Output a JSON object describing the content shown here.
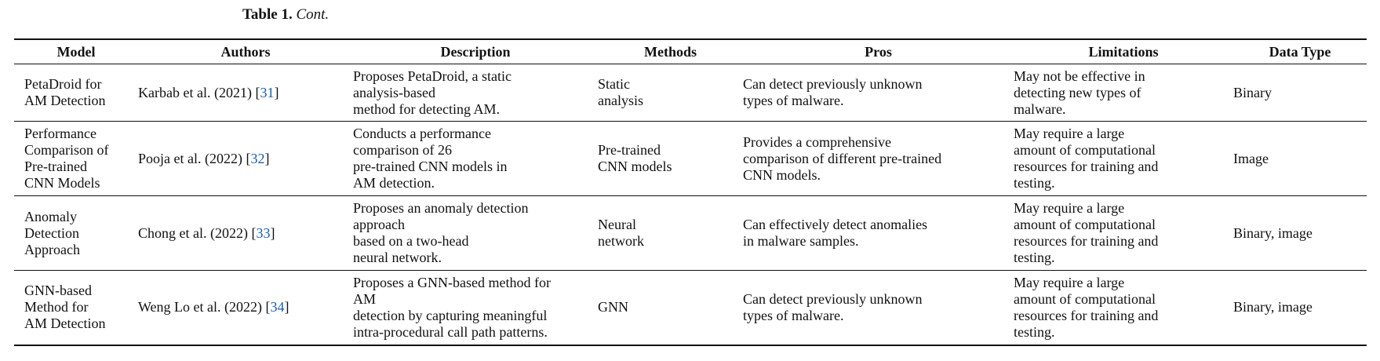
{
  "caption": {
    "label": "Table 1.",
    "text": "Cont."
  },
  "table": {
    "headers": [
      "Model",
      "Authors",
      "Description",
      "Methods",
      "Pros",
      "Limitations",
      "Data Type"
    ],
    "rows": [
      {
        "model": [
          "PetaDroid for",
          "AM Detection"
        ],
        "authors": {
          "name": "Karbab et al. (2021) [",
          "ref": "31",
          "close": "]"
        },
        "description": [
          "Proposes PetaDroid, a static",
          "analysis-based",
          "method for detecting AM."
        ],
        "methods": [
          "Static",
          "analysis"
        ],
        "pros": [
          "Can detect previously unknown",
          "types of malware."
        ],
        "limitations": [
          "May not be effective in",
          "detecting new types of",
          "malware."
        ],
        "data_type": "Binary"
      },
      {
        "model": [
          "Performance",
          "Comparison of",
          "Pre-trained",
          "CNN Models"
        ],
        "authors": {
          "name": "Pooja et al. (2022) [",
          "ref": "32",
          "close": "]"
        },
        "description": [
          "Conducts a performance",
          "comparison of 26",
          "pre-trained CNN models in",
          "AM detection."
        ],
        "methods": [
          "Pre-trained",
          "CNN models"
        ],
        "pros": [
          "Provides a comprehensive",
          "comparison of different pre-trained",
          "CNN models."
        ],
        "limitations": [
          "May require a large",
          "amount of computational",
          "resources for training and",
          "testing."
        ],
        "data_type": "Image"
      },
      {
        "model": [
          "Anomaly",
          "Detection",
          "Approach"
        ],
        "authors": {
          "name": "Chong et al. (2022) [",
          "ref": "33",
          "close": "]"
        },
        "description": [
          "Proposes an anomaly detection",
          "approach",
          "based on a two-head",
          "neural network."
        ],
        "methods": [
          "Neural",
          "network"
        ],
        "pros": [
          "Can effectively detect anomalies",
          "in malware samples."
        ],
        "limitations": [
          "May require a large",
          "amount of computational",
          "resources for training and",
          "testing."
        ],
        "data_type": "Binary, image"
      },
      {
        "model": [
          "GNN-based",
          "Method for",
          "AM Detection"
        ],
        "authors": {
          "name": "Weng Lo et al. (2022) [",
          "ref": "34",
          "close": "]"
        },
        "description": [
          "Proposes a GNN-based method for",
          "AM",
          "detection by capturing meaningful",
          "intra-procedural call path patterns."
        ],
        "methods": [
          "GNN"
        ],
        "pros": [
          "Can detect previously unknown",
          "types of malware."
        ],
        "limitations": [
          "May require a large",
          "amount of computational",
          "resources for training and",
          "testing."
        ],
        "data_type": "Binary, image"
      }
    ]
  },
  "colors": {
    "text": "#111111",
    "reference_link": "#1a5fa8",
    "rule": "#111111"
  }
}
